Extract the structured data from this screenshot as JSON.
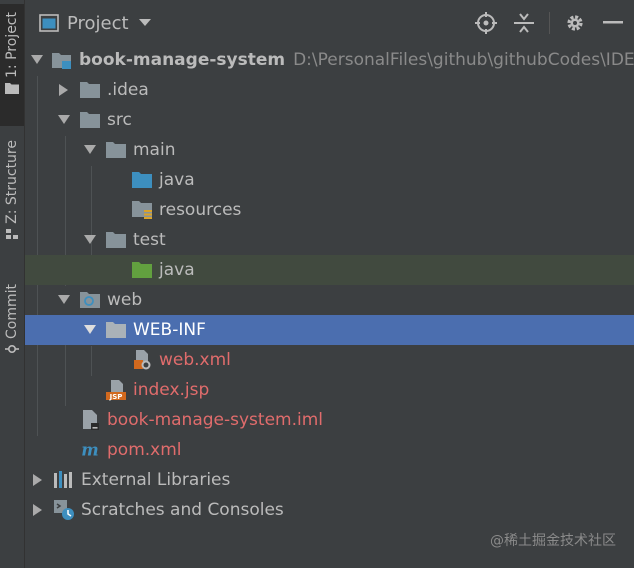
{
  "tool_strip": {
    "tabs": [
      {
        "label": "1: Project",
        "active": true
      },
      {
        "label": "Z: Structure",
        "active": false
      },
      {
        "label": "Commit",
        "active": false
      }
    ]
  },
  "header": {
    "title": "Project",
    "actions": [
      "locate-icon",
      "collapse-all-icon",
      "gear-icon",
      "hide-icon"
    ]
  },
  "tree": [
    {
      "label": "book-manage-system",
      "path": "D:\\PersonalFiles\\github\\githubCodes\\IDEA",
      "icon": "module-icon"
    },
    {
      "label": ".idea",
      "icon": "folder-icon"
    },
    {
      "label": "src",
      "icon": "folder-icon"
    },
    {
      "label": "main",
      "icon": "folder-icon"
    },
    {
      "label": "java",
      "icon": "source-folder-icon"
    },
    {
      "label": "resources",
      "icon": "resources-folder-icon"
    },
    {
      "label": "test",
      "icon": "folder-icon"
    },
    {
      "label": "java",
      "icon": "test-folder-icon"
    },
    {
      "label": "web",
      "icon": "web-folder-icon"
    },
    {
      "label": "WEB-INF",
      "icon": "folder-icon"
    },
    {
      "label": "web.xml",
      "icon": "web-xml-icon"
    },
    {
      "label": "index.jsp",
      "icon": "jsp-icon"
    },
    {
      "label": "book-manage-system.iml",
      "icon": "iml-icon"
    },
    {
      "label": "pom.xml",
      "icon": "maven-icon"
    },
    {
      "label": "External Libraries",
      "icon": "libraries-icon"
    },
    {
      "label": "Scratches and Consoles",
      "icon": "scratches-icon"
    }
  ],
  "watermark": "@稀土掘金技术社区",
  "colors": {
    "background": "#3c3f41",
    "selection": "#4b6eaf",
    "highlight": "#414a3f",
    "text": "#bbbbbb",
    "unversioned": "#e06c6c",
    "folder": "#87939a",
    "source_folder": "#3d8fbf",
    "test_folder": "#62a03f"
  }
}
